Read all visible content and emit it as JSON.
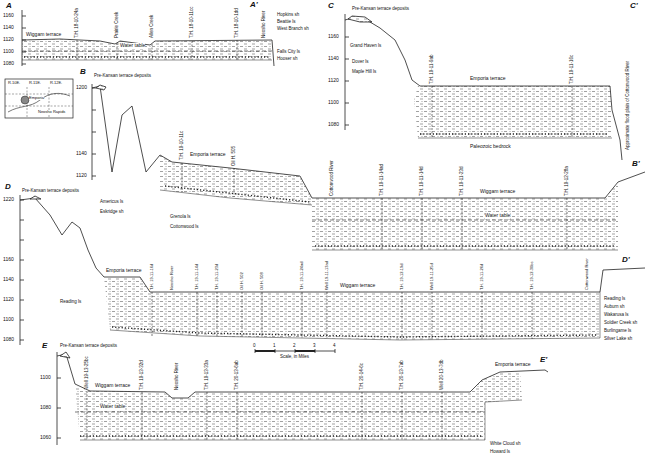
{
  "diagram": {
    "labels": [
      "A",
      "A'",
      "1160",
      "1140",
      "1120",
      "1100",
      "1080",
      "Wiggam terrace",
      "T.H. 18-10-24a",
      "Prairie Creek",
      "Allen Creek",
      "T.H. 18-10-11cc",
      "T.H. 18-10-1dd",
      "Neosho River",
      "Water table",
      "Hopkins sh",
      "Beattie ls",
      "West Branch sh",
      "Falls City ls",
      "Hooser sh",
      "C",
      "C'",
      "Pre-Kansan terrace deposits",
      "1160",
      "1140",
      "1120",
      "1100",
      "1080",
      "Grand Haven ls",
      "Dover ls",
      "Maple Hill ls",
      "Emporia terrace",
      "T.H. 19-11-9ab",
      "T.H. 19-11-16c",
      "Approximate flood plain of Cottonwood River",
      "Paleozoic bedrock",
      "B",
      "B'",
      "Pre-Kansan terrace deposits",
      "1200",
      "1140",
      "1120",
      "Emporia terrace",
      "T.H. 19-10-11c",
      "Oil H. 505",
      "Cottonwood River",
      "T.H. 19-11-14ad",
      "T.H. 19-11-14d",
      "T.H. 19-11-23d",
      "T.H. 19-12-28a",
      "Wiggam terrace",
      "Water table",
      "Americus ls",
      "Eskridge sh",
      "Grenola ls",
      "Cottonwood ls",
      "D",
      "D'",
      "Pre-Kansan terrace deposits",
      "1220",
      "1160",
      "1140",
      "1120",
      "1100",
      "1080",
      "Emporia terrace",
      "T.H. 19-11-16d",
      "Neosho River",
      "T.H. 19-11-14d",
      "T.H. 19-11-23d",
      "Oil H. 502",
      "Oil H. 508",
      "T.H. 19-11-24ad",
      "Well 19-11-13ad",
      "Wiggam terrace",
      "T.H. 19-12-19d",
      "Well 19-11-25d",
      "T.H. 19-11-26d",
      "T.H. 19-12-30bc",
      "Cottonwood River",
      "Reading ls",
      "Auburn sh",
      "Wakarusa ls",
      "Soldier Creek sh",
      "Burlingame ls",
      "Silver Lake sh",
      "Reading ls",
      "0",
      "1",
      "2",
      "3",
      "4",
      "Scale, in Miles",
      "E",
      "E'",
      "Pre-Kansan terrace deposits",
      "1100",
      "1080",
      "1060",
      "Wiggam terrace",
      "Well 19-13-25bc",
      "T.H. 19-13-32d",
      "Neosho River",
      "T.H. 19-13-33a",
      "T.H. 20-13-6ab",
      "T.H. 20-14-6c",
      "T.H. 20-13-7ab",
      "Well 20-13-7db",
      "Emporia terrace",
      "Water table",
      "White Cloud sh",
      "Howard ls",
      "R.10E.",
      "R.11E.",
      "R.12E.",
      "Emporia",
      "Neosho Rapids"
    ]
  }
}
